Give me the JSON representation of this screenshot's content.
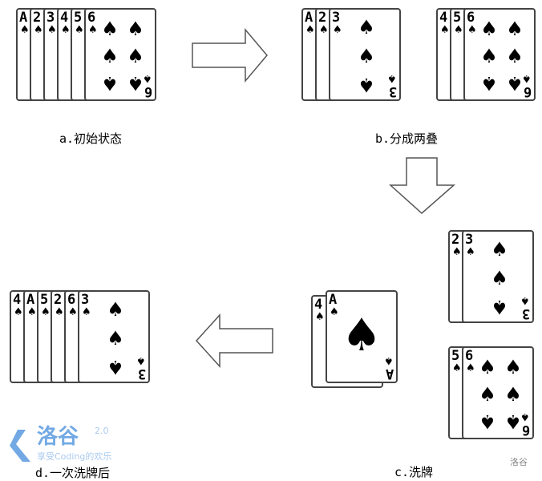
{
  "stacks": [
    {
      "id": "a",
      "ranks": [
        "A",
        "2",
        "3",
        "4",
        "5",
        "6"
      ]
    },
    {
      "id": "b1",
      "ranks": [
        "A",
        "2",
        "3"
      ]
    },
    {
      "id": "b2",
      "ranks": [
        "4",
        "5",
        "6"
      ]
    },
    {
      "id": "c-hand",
      "ranks": [
        "4",
        "A"
      ]
    },
    {
      "id": "c-top",
      "ranks": [
        "2",
        "3"
      ]
    },
    {
      "id": "c-bottom",
      "ranks": [
        "5",
        "6"
      ]
    },
    {
      "id": "d",
      "ranks": [
        "4",
        "A",
        "5",
        "2",
        "6",
        "3"
      ]
    }
  ],
  "suit_symbol": "♠",
  "labels": {
    "a": "a.初始状态",
    "b": "b.分成两叠",
    "c": "c.洗牌",
    "d": "d.一次洗牌后"
  },
  "watermark": {
    "brand": "洛谷",
    "version": "2.0",
    "slogan": "享受Coding的欢乐",
    "corner": "洛谷"
  }
}
